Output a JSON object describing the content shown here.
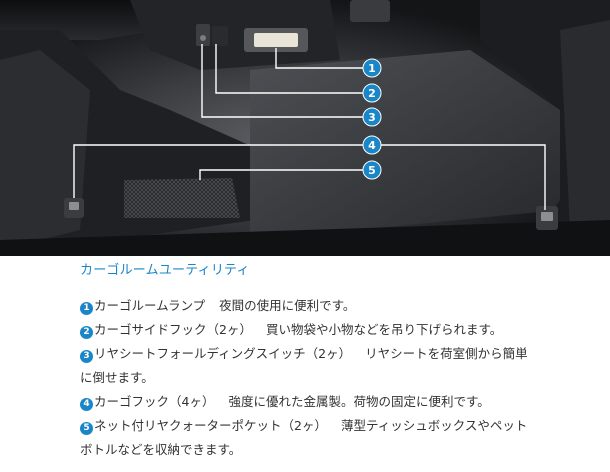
{
  "callouts": [
    "1",
    "2",
    "3",
    "4",
    "5"
  ],
  "caption": {
    "title": "カーゴルームユーティリティ",
    "items": [
      {
        "num": "1",
        "name": "カーゴルームランプ",
        "desc": "夜間の使用に便利です。",
        "cont": ""
      },
      {
        "num": "2",
        "name": "カーゴサイドフック（2ヶ）",
        "desc": "買い物袋や小物などを吊り下げられます。",
        "cont": ""
      },
      {
        "num": "3",
        "name": "リヤシートフォールディングスイッチ（2ヶ）",
        "desc": "リヤシートを荷室側から簡単",
        "cont": "に倒せます。"
      },
      {
        "num": "4",
        "name": "カーゴフック（4ヶ）",
        "desc": "強度に優れた金属製。荷物の固定に便利です。",
        "cont": ""
      },
      {
        "num": "5",
        "name": "ネット付リヤクォーターポケット（2ヶ）",
        "desc": "薄型ティッシュボックスやペット",
        "cont": "ボトルなどを収納できます。"
      }
    ]
  },
  "colors": {
    "accent": "#1a86c8",
    "line": "#ffffff",
    "text": "#333333"
  }
}
